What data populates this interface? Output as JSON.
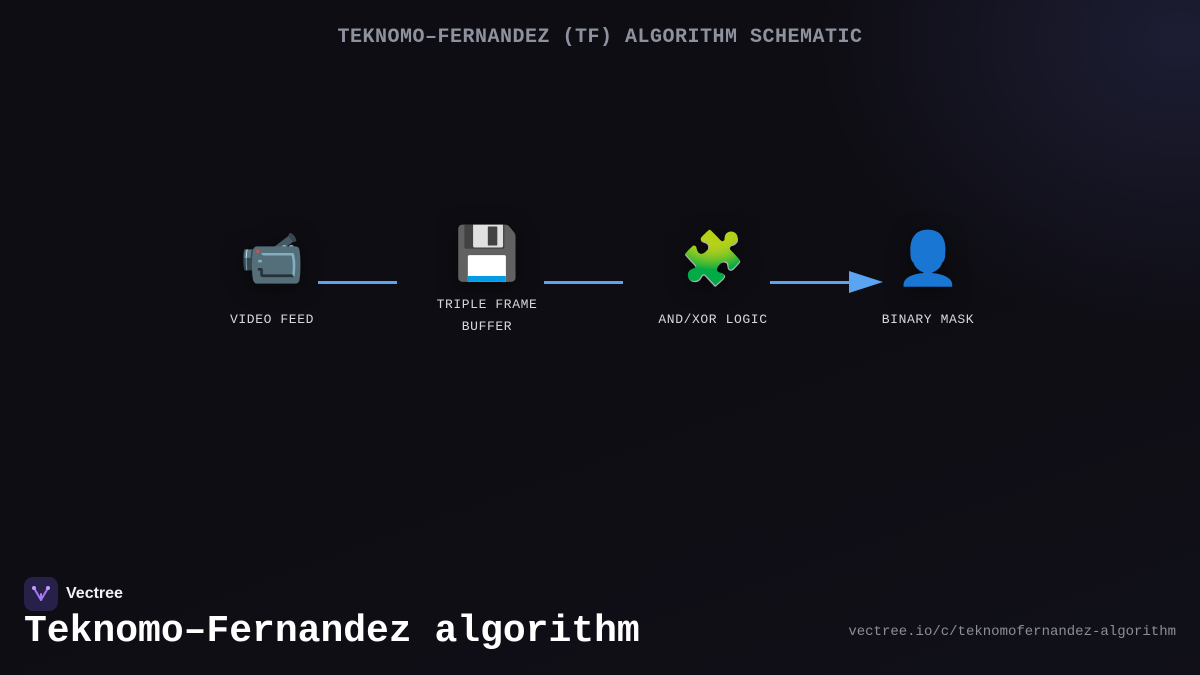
{
  "page": {
    "title": "TEKNOMO–FERNANDEZ (TF) ALGORITHM SCHEMATIC",
    "accent_color": "#5aa4f2",
    "background_color": "#0e0d13"
  },
  "diagram": {
    "nodes": [
      {
        "id": "video-feed",
        "label": "VIDEO FEED",
        "icon": "video-camera-icon",
        "glyph": "📹"
      },
      {
        "id": "triple-frame-buffer",
        "label": "TRIPLE FRAME\nBUFFER",
        "icon": "floppy-disk-icon",
        "glyph": "💾"
      },
      {
        "id": "and-xor-logic",
        "label": "AND/XOR LOGIC",
        "icon": "puzzle-piece-icon",
        "glyph": "🧩"
      },
      {
        "id": "binary-mask",
        "label": "BINARY MASK",
        "icon": "person-silhouette-icon",
        "glyph": "👤"
      }
    ],
    "edges": [
      {
        "from": "video-feed",
        "to": "triple-frame-buffer",
        "arrow": false
      },
      {
        "from": "triple-frame-buffer",
        "to": "and-xor-logic",
        "arrow": false
      },
      {
        "from": "and-xor-logic",
        "to": "binary-mask",
        "arrow": true
      }
    ]
  },
  "footer": {
    "brand_name": "Vectree",
    "brand_icon": "vectree-logo-icon",
    "headline": "Teknomo–Fernandez algorithm",
    "url": "vectree.io/c/teknomofernandez-algorithm"
  }
}
